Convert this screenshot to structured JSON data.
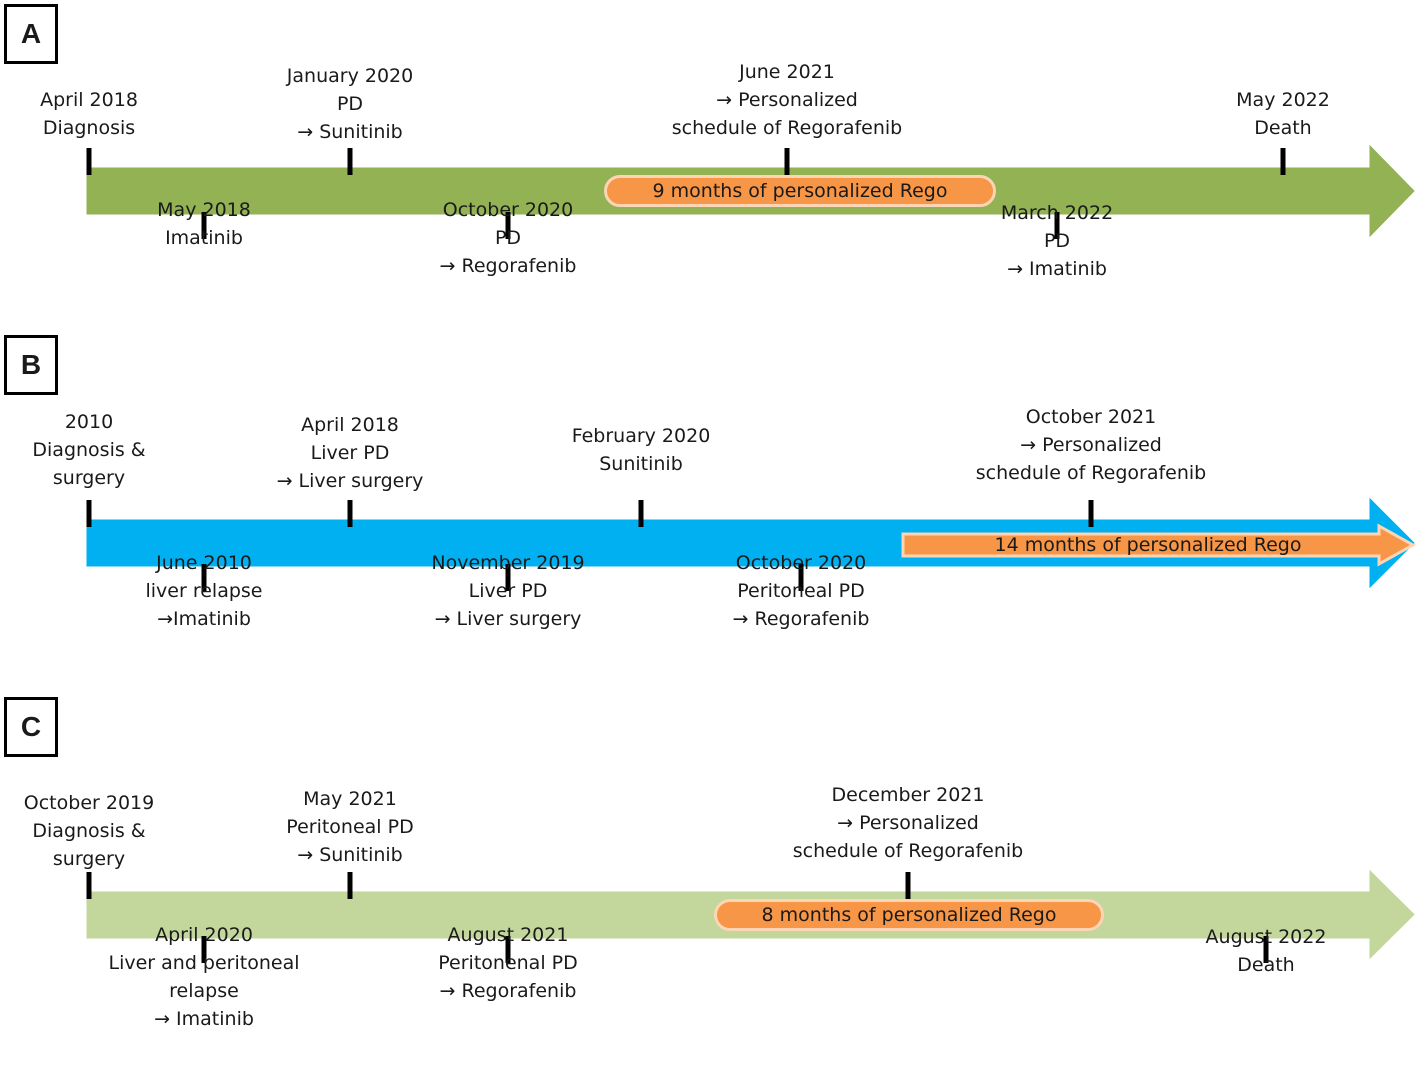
{
  "colors": {
    "timeline_a": "#92b254",
    "timeline_b": "#00b0f0",
    "timeline_c": "#c3d69b",
    "rego_bar": "#f79646",
    "rego_bar_border": "#fcd5b5"
  },
  "panels": [
    {
      "id": "A",
      "label": "A",
      "rego_label": "9 months of personalized Rego",
      "events_above": [
        {
          "lines": [
            "April 2018",
            "Diagnosis"
          ]
        },
        {
          "lines": [
            "January 2020",
            "PD",
            "→ Sunitinib"
          ]
        },
        {
          "lines": [
            "June 2021",
            "→ Personalized",
            "schedule of Regorafenib"
          ]
        },
        {
          "lines": [
            "May 2022",
            "Death"
          ]
        }
      ],
      "events_below": [
        {
          "lines": [
            "May 2018",
            "Imatinib"
          ]
        },
        {
          "lines": [
            "October 2020",
            "PD",
            "→ Regorafenib"
          ]
        },
        {
          "lines": [
            "March 2022",
            "PD",
            "→ Imatinib"
          ]
        }
      ]
    },
    {
      "id": "B",
      "label": "B",
      "rego_label": "14 months of personalized Rego",
      "events_above": [
        {
          "lines": [
            "2010",
            "Diagnosis  &",
            "surgery"
          ]
        },
        {
          "lines": [
            "April 2018",
            "Liver PD",
            "→ Liver surgery"
          ]
        },
        {
          "lines": [
            "February 2020",
            "Sunitinib"
          ]
        },
        {
          "lines": [
            "October 2021",
            "→ Personalized",
            "schedule of Regorafenib"
          ]
        }
      ],
      "events_below": [
        {
          "lines": [
            "June 2010",
            "liver relapse",
            "→Imatinib"
          ]
        },
        {
          "lines": [
            "November 2019",
            "Liver PD",
            "→ Liver surgery"
          ]
        },
        {
          "lines": [
            "October 2020",
            "Peritoneal PD",
            "→ Regorafenib"
          ]
        }
      ]
    },
    {
      "id": "C",
      "label": "C",
      "rego_label": "8 months of personalized Rego",
      "events_above": [
        {
          "lines": [
            "October 2019",
            "Diagnosis &",
            "surgery"
          ]
        },
        {
          "lines": [
            "May 2021",
            "Peritoneal PD",
            "→ Sunitinib"
          ]
        },
        {
          "lines": [
            "December 2021",
            "→ Personalized",
            "schedule of Regorafenib"
          ]
        }
      ],
      "events_below": [
        {
          "lines": [
            "April 2020",
            "Liver and peritoneal",
            "relapse",
            "→ Imatinib"
          ]
        },
        {
          "lines": [
            "August 2021",
            "Peritonenal PD",
            "→ Regorafenib"
          ]
        },
        {
          "lines": [
            "August 2022",
            "Death"
          ]
        }
      ]
    }
  ]
}
